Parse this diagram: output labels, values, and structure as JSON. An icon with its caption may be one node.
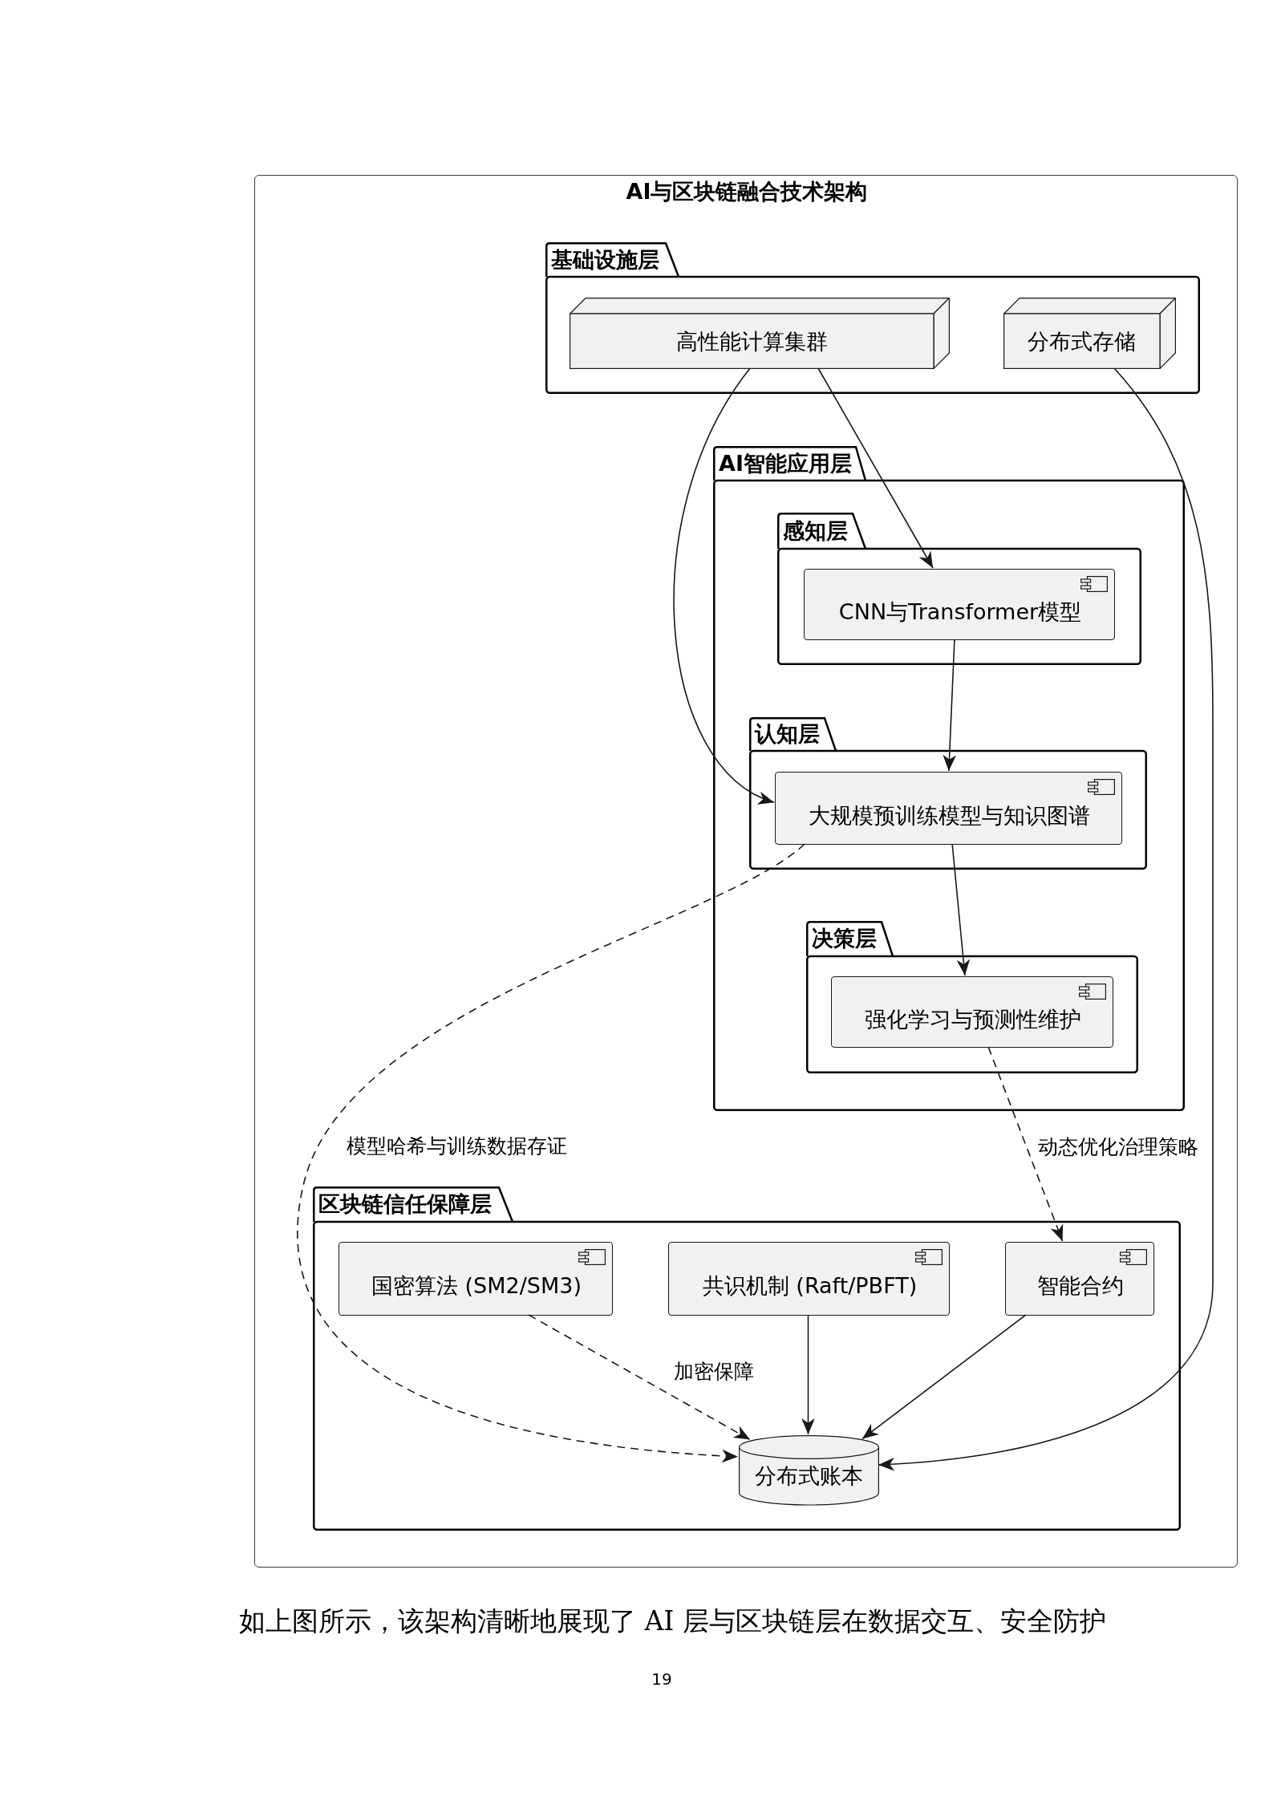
{
  "diagram": {
    "nodes": [
      {
        "text": [
          "AI与区块链融合技术架构"
        ]
      },
      {
        "text": [
          "基础设施层"
        ],
        "in": 0
      },
      {
        "text": [
          "高性能计算集群"
        ],
        "in": 1
      },
      {
        "text": [
          "分布式存储"
        ],
        "in": 1
      },
      {
        "text": [
          "AI智能应用层"
        ],
        "in": 0
      },
      {
        "text": [
          "感知层"
        ],
        "in": 4
      },
      {
        "text": [
          "CNN与Transformer模型"
        ],
        "in": 5
      },
      {
        "text": [
          "认知层"
        ],
        "in": 4
      },
      {
        "text": [
          "大规模预训练模型与知识图谱"
        ],
        "in": 7
      },
      {
        "text": [
          "决策层"
        ],
        "in": 4
      },
      {
        "text": [
          "强化学习与预测性维护"
        ],
        "in": 9
      },
      {
        "text": [
          "区块链信任保障层"
        ],
        "in": 0
      },
      {
        "text": [
          "国密算法 (SM2/SM3)"
        ],
        "in": 11
      },
      {
        "text": [
          "共识机制 (Raft/PBFT)"
        ],
        "in": 11
      },
      {
        "text": [
          "智能合约"
        ],
        "in": 11
      },
      {
        "text": [
          "分布式账本"
        ],
        "in": 11
      }
    ],
    "edges": [
      {
        "from": 2,
        "to": 6,
        "arrow": "to"
      },
      {
        "from": 2,
        "to": 8,
        "arrow": "to"
      },
      {
        "from": 6,
        "to": 8,
        "arrow": "to"
      },
      {
        "from": 8,
        "to": 10,
        "arrow": "to"
      },
      {
        "from": 10,
        "to": 14,
        "arrow": "to",
        "label": "动态优化治理策略",
        "style": "dashed"
      },
      {
        "from": 8,
        "to": 15,
        "arrow": "to",
        "label": "模型哈希与训练数据存证",
        "style": "dashed"
      },
      {
        "from": 12,
        "to": 15,
        "arrow": "to",
        "label": "加密保障",
        "style": "dashed"
      },
      {
        "from": 13,
        "to": 15,
        "arrow": "to"
      },
      {
        "from": 14,
        "to": 15,
        "arrow": "to"
      },
      {
        "from": 3,
        "to": 15,
        "arrow": "to"
      }
    ],
    "labels": [
      "如上图所示，该架构清晰地展现了 AI 层与区块链层在数据交互、安全防护",
      "19"
    ]
  }
}
